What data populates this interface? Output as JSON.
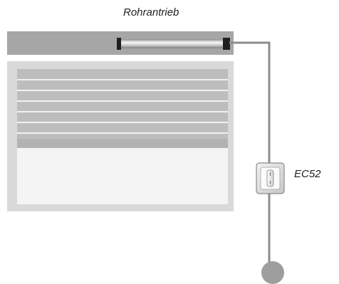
{
  "labels": {
    "motor": "Rohrantrieb",
    "switch": "EC52"
  },
  "shutter": {
    "slats_visible": 7,
    "lowered_fraction": 0.47
  },
  "colors": {
    "housing": "#a6a6a6",
    "frame": "#d9d9d9",
    "slat": "#bdbdbd",
    "slat_gap": "#f2f2f2",
    "window_pane": "#f4f4f4",
    "cable": "#8c8c8c",
    "switch_body": "#e6e6e6",
    "power_source": "#9e9e9e",
    "motor_end": "#1f1f1f",
    "label_text": "#222222"
  },
  "icons": {
    "motor": "tubular-motor-icon",
    "switch": "wall-switch-icon",
    "power": "power-source-icon"
  }
}
